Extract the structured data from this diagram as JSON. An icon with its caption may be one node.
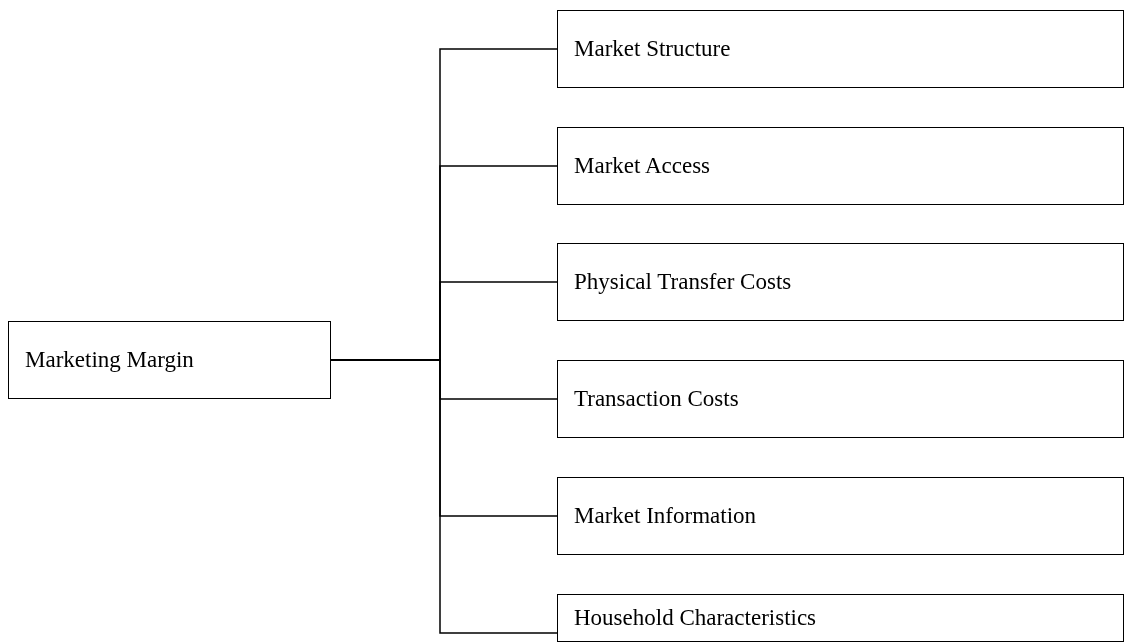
{
  "diagram": {
    "nodes": [
      {
        "text": [
          "Marketing Margin"
        ]
      },
      {
        "text": [
          "Market Structure"
        ]
      },
      {
        "text": [
          "Market Access"
        ]
      },
      {
        "text": [
          "Physical Transfer Costs"
        ]
      },
      {
        "text": [
          "Transaction Costs"
        ]
      },
      {
        "text": [
          "Market Information"
        ]
      },
      {
        "text": [
          "Household Characteristics"
        ]
      }
    ],
    "edges": [
      {
        "from": 0,
        "to": 1,
        "arrow": "none"
      },
      {
        "from": 0,
        "to": 2,
        "arrow": "none"
      },
      {
        "from": 0,
        "to": 3,
        "arrow": "none"
      },
      {
        "from": 0,
        "to": 4,
        "arrow": "none"
      },
      {
        "from": 0,
        "to": 5,
        "arrow": "none"
      },
      {
        "from": 0,
        "to": 6,
        "arrow": "none"
      }
    ]
  }
}
